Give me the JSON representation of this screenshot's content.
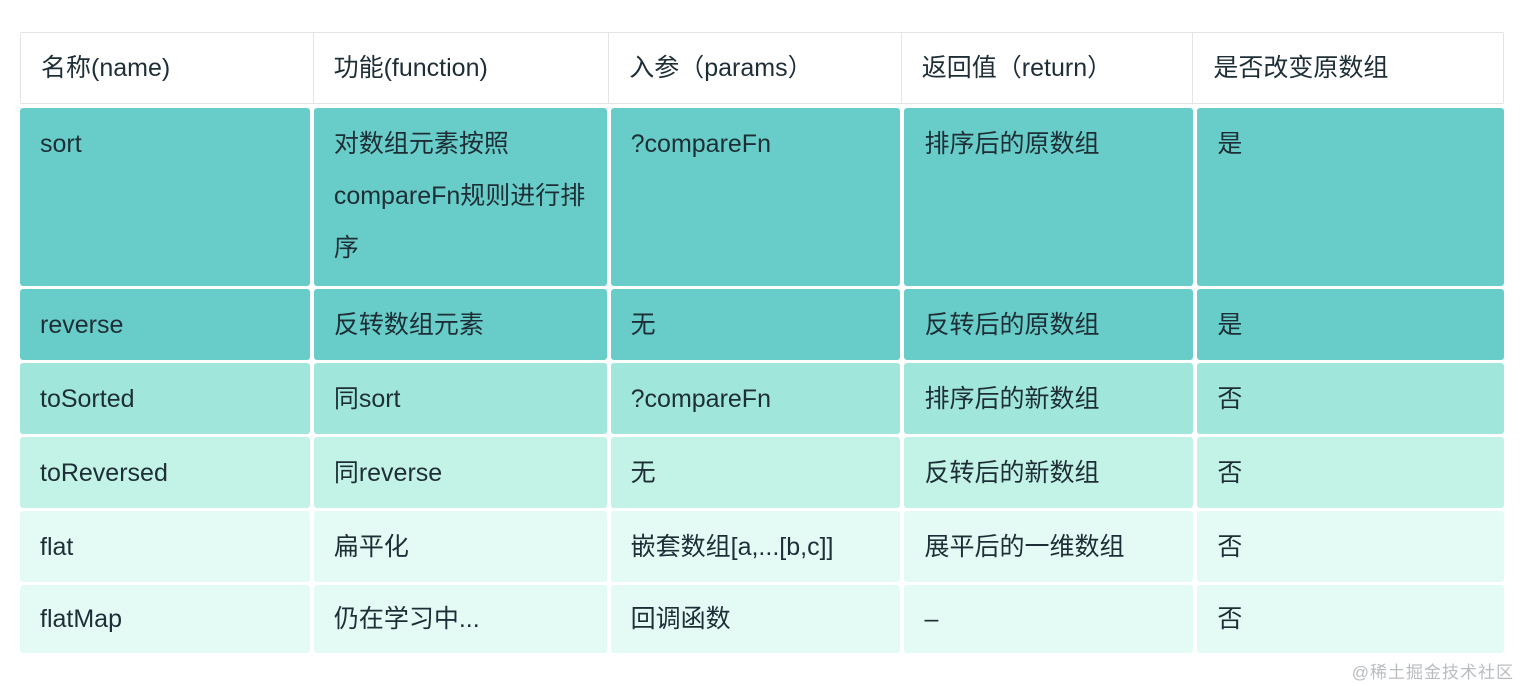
{
  "page": {
    "background": "#ffffff",
    "watermark": "@稀土掘金技术社区",
    "watermark_color": "#b9bdc0"
  },
  "table": {
    "text_color": "#1e2e37",
    "header": {
      "bg": "#ffffff",
      "border_color": "#e2e4e7",
      "columns": {
        "name": "名称(name)",
        "function": "功能(function)",
        "params": "入参（params）",
        "return": "返回值（return）",
        "mutates": "是否改变原数组"
      }
    },
    "rows": [
      {
        "bg": "#68cdc8",
        "cells": {
          "name": "sort",
          "function": "对数组元素按照compareFn规则进行排序",
          "params": "?compareFn",
          "return": "排序后的原数组",
          "mutates": "是"
        }
      },
      {
        "bg": "#68cdc8",
        "cells": {
          "name": "reverse",
          "function": "反转数组元素",
          "params": "无",
          "return": "反转后的原数组",
          "mutates": "是"
        }
      },
      {
        "bg": "#a0e6db",
        "cells": {
          "name": "toSorted",
          "function": "同sort",
          "params": "?compareFn",
          "return": "排序后的新数组",
          "mutates": "否"
        }
      },
      {
        "bg": "#c3f2e6",
        "cells": {
          "name": "toReversed",
          "function": "同reverse",
          "params": "无",
          "return": "反转后的新数组",
          "mutates": "否"
        }
      },
      {
        "bg": "#e4fbf5",
        "cells": {
          "name": "flat",
          "function": "扁平化",
          "params": "嵌套数组[a,...[b,c]]",
          "return": "展平后的一维数组",
          "mutates": "否"
        }
      },
      {
        "bg": "#e4fbf5",
        "cells": {
          "name": "flatMap",
          "function": "仍在学习中...",
          "params": "回调函数",
          "return": "–",
          "mutates": "否"
        }
      }
    ]
  }
}
